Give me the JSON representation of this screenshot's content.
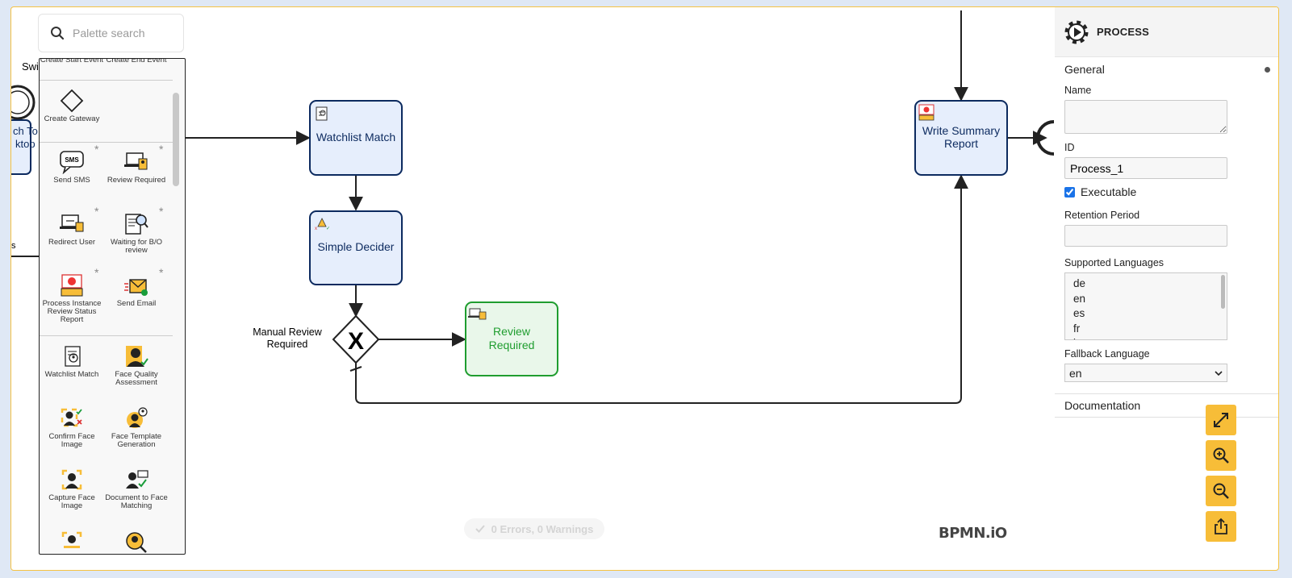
{
  "search": {
    "placeholder": "Palette search"
  },
  "palette": {
    "items": [
      {
        "label": "Create Start Event"
      },
      {
        "label": "Create End Event"
      },
      {
        "label": "Create Gateway"
      },
      {
        "label": "Send SMS"
      },
      {
        "label": "Review Required"
      },
      {
        "label": "Redirect User"
      },
      {
        "label": "Waiting for B/O review"
      },
      {
        "label": "Process Instance Review Status Report"
      },
      {
        "label": "Send Email"
      },
      {
        "label": "Watchlist Match"
      },
      {
        "label": "Face Quality Assessment"
      },
      {
        "label": "Confirm Face Image"
      },
      {
        "label": "Face Template Generation"
      },
      {
        "label": "Capture Face Image"
      },
      {
        "label": "Document to Face Matching"
      }
    ],
    "star": "*",
    "sms_icon_text": "SMS"
  },
  "diagram": {
    "partial_label_1": "Swi",
    "partial_label_2a": "ch To",
    "partial_label_2b": "ktop",
    "partial_label_3": "s",
    "task_watchlist": "Watchlist Match",
    "task_simple_decider": "Simple Decider",
    "task_review_l1": "Review",
    "task_review_l2": "Required",
    "task_summary_l1": "Write Summary",
    "task_summary_l2": "Report",
    "gateway_label_l1": "Manual Review",
    "gateway_label_l2": "Required"
  },
  "properties": {
    "header": "PROCESS",
    "group_general": "General",
    "name_label": "Name",
    "name_value": "",
    "id_label": "ID",
    "id_value": "Process_1",
    "executable_label": "Executable",
    "retention_label": "Retention Period",
    "retention_value": "",
    "languages_label": "Supported Languages",
    "languages": [
      "de",
      "en",
      "es",
      "fr",
      "i"
    ],
    "fallback_label": "Fallback Language",
    "fallback_value": "en",
    "group_documentation": "Documentation"
  },
  "status": {
    "text": "0 Errors, 0 Warnings"
  },
  "logo": "BPMN.iO",
  "colors": {
    "accent": "#f7bd38",
    "task_fill": "#e6eefc",
    "task_stroke": "#0c2a5f",
    "review_stroke": "#1f9d2f"
  }
}
